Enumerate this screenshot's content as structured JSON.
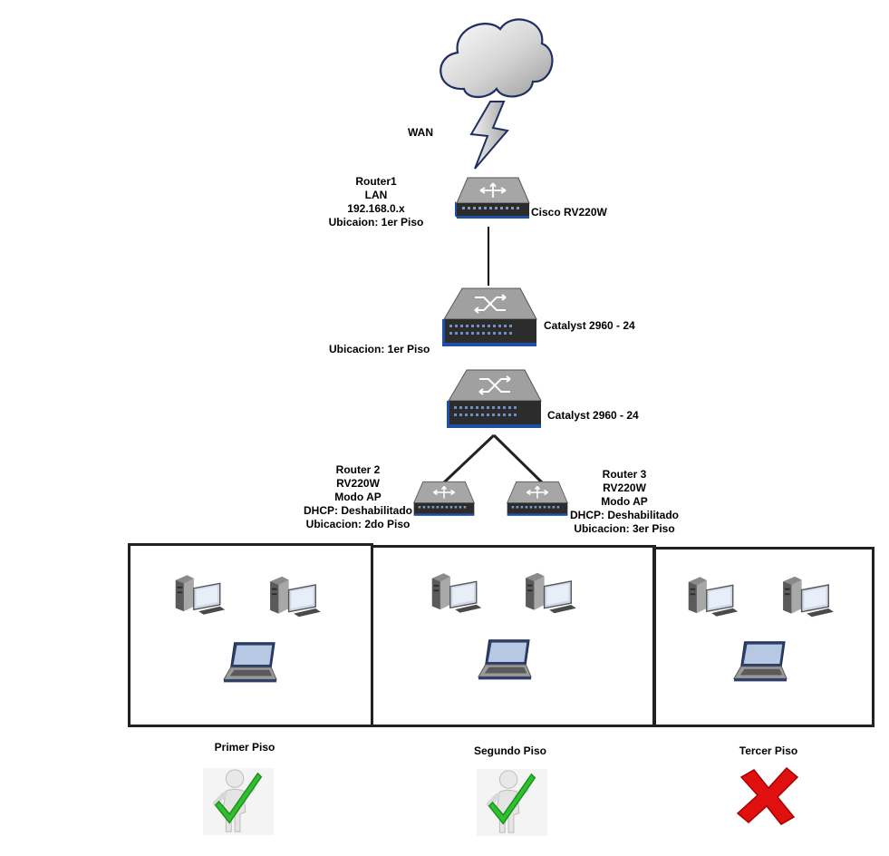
{
  "wan_label": "WAN",
  "router1": {
    "lines": [
      "Router1",
      "LAN",
      "192.168.0.x",
      "Ubicaion: 1er Piso"
    ],
    "model": "Cisco RV220W"
  },
  "switch1": {
    "model": "Catalyst 2960 - 24"
  },
  "switch_location": "Ubicacion: 1er Piso",
  "switch2": {
    "model": "Catalyst 2960 - 24"
  },
  "router2": {
    "lines": [
      "Router 2",
      "RV220W",
      "Modo AP",
      "DHCP: Deshabilitado",
      "Ubicacion: 2do Piso"
    ]
  },
  "router3": {
    "lines": [
      "Router 3",
      "RV220W",
      "Modo AP",
      "DHCP: Deshabilitado",
      "Ubicacion: 3er Piso"
    ]
  },
  "floors": [
    {
      "name": "Primer Piso",
      "status": "ok"
    },
    {
      "name": "Segundo Piso",
      "status": "ok"
    },
    {
      "name": "Tercer Piso",
      "status": "fail"
    }
  ],
  "colors": {
    "device_body": "#3a3a3a",
    "device_top": "#9a9a9a",
    "device_trim": "#1f4fa8",
    "check": "#2fbf2f",
    "cross": "#e01010",
    "cloud": "#d0d0d0"
  }
}
